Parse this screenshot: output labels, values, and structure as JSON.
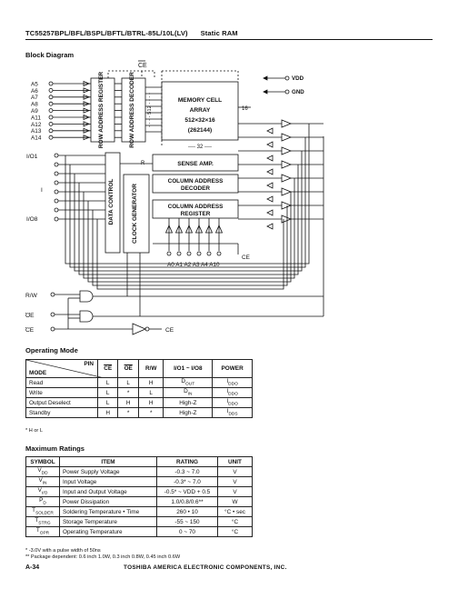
{
  "header": {
    "part": "TC55257BPL/BFL/BSPL/BFTL/BTRL-85L/10L(LV)",
    "subtitle": "Static RAM"
  },
  "block_diagram": {
    "title": "Block Diagram",
    "address_pins": [
      "A5",
      "A6",
      "A7",
      "A8",
      "A9",
      "A11",
      "A12",
      "A13",
      "A14"
    ],
    "io_pins": [
      "I/O1",
      "I",
      "I/O8"
    ],
    "col_address_pins": [
      "A0",
      "A1",
      "A2",
      "A3",
      "A4",
      "A10"
    ],
    "row_addr_register": "ROW ADDRESS REGISTER",
    "row_addr_decoder": "ROW ADDRESS DECODER",
    "memory_cell": [
      "MEMORY CELL",
      "ARRAY",
      "512×32×16",
      "(262144)"
    ],
    "dim_512": "- - - - 512 - - - -",
    "dim_32": "---- 32 ----",
    "dim_16": "16",
    "sense_amp": "SENSE AMP.",
    "col_decoder": [
      "COLUMN ADDRESS",
      "DECODER"
    ],
    "col_register": [
      "COLUMN ADDRESS",
      "REGISTER"
    ],
    "data_control": "DATA CONTROL",
    "clock_gen": "CLOCK GENERATOR",
    "vdd": "VDD",
    "gnd": "GND",
    "ce_top": "CE",
    "ce_mid": "CE",
    "ce_bottom": "CE",
    "rw": "R/W",
    "oe": "OE",
    "ce_pin": "CE",
    "r_label": "R"
  },
  "operating_mode": {
    "title": "Operating Mode",
    "pin_label": "PIN",
    "mode_label": "MODE",
    "headers": [
      "CE",
      "OE",
      "R/W",
      "I/O1 ~ I/O8",
      "POWER"
    ],
    "rows": [
      [
        "Read",
        "L",
        "L",
        "H",
        "DOUT",
        "IDDO"
      ],
      [
        "Write",
        "L",
        "*",
        "L",
        "DIN",
        "IDDO"
      ],
      [
        "Output Deselect",
        "L",
        "H",
        "H",
        "High-Z",
        "IDDO"
      ],
      [
        "Standby",
        "H",
        "*",
        "*",
        "High-Z",
        "IDDS"
      ]
    ],
    "note": "* H or L"
  },
  "max_ratings": {
    "title": "Maximum Ratings",
    "headers": [
      "SYMBOL",
      "ITEM",
      "RATING",
      "UNIT"
    ],
    "rows": [
      [
        "VDD",
        "Power Supply Voltage",
        "-0.3 ~ 7.0",
        "V"
      ],
      [
        "VIN",
        "Input Voltage",
        "-0.3* ~ 7.0",
        "V"
      ],
      [
        "VI/O",
        "Input and Output Voltage",
        "-0.5* ~ VDD + 0.5",
        "V"
      ],
      [
        "PD",
        "Power Dissipation",
        "1.0/0.8/0.6**",
        "W"
      ],
      [
        "TSOLDER",
        "Soldering Temperature • Time",
        "260 • 10",
        "°C • sec"
      ],
      [
        "TSTRG",
        "Storage Temperature",
        "-55 ~ 150",
        "°C"
      ],
      [
        "TOPR",
        "Operating Temperature",
        "0 ~ 70",
        "°C"
      ]
    ],
    "notes": [
      "*   -3.0V with a pulse width of 50ns",
      "**  Package dependent: 0.6 inch 1.0W, 0.3 inch 0.8W, 0.45 inch 0.6W"
    ]
  },
  "footer": {
    "page": "A-34",
    "company": "TOSHIBA AMERICA ELECTRONIC COMPONENTS, INC."
  }
}
